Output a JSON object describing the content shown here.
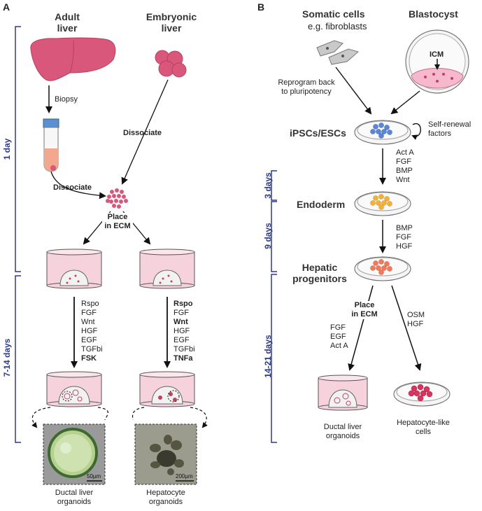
{
  "panels": {
    "a": "A",
    "b": "B"
  },
  "panel_a": {
    "col_adult": "Adult\nliver",
    "col_embryonic": "Embryonic\nliver",
    "biopsy": "Biopsy",
    "dissociate_embryo": "Dissociate",
    "dissociate_adult": "Dissociate",
    "place_ecm": "Place\nin ECM",
    "timeline": [
      "1 day",
      "7-14 days"
    ],
    "factors_left": [
      "Rspo",
      "FGF",
      "Wnt",
      "HGF",
      "EGF",
      "TGFbi",
      "FSK"
    ],
    "factors_right": [
      "Rspo",
      "FGF",
      "Wnt",
      "HGF",
      "EGF",
      "TGFbi",
      "TNFa"
    ],
    "scale_left": "50µm",
    "scale_right": "200µm",
    "out_left": "Ductal liver\norganoids",
    "out_right": "Hepatocyte\norganoids"
  },
  "panel_b": {
    "somatic_title": "Somatic cells",
    "somatic_sub": "e.g. fibroblasts",
    "blastocyst": "Blastocyst",
    "icm": "ICM",
    "reprogram": "Reprogram back\nto pluripotency",
    "ipsc": "iPSCs/ESCs",
    "self_renewal": "Self-renewal\nfactors",
    "factors_1": "Act A\nFGF\nBMP\nWnt",
    "endoderm": "Endoderm",
    "factors_2": "BMP\nFGF\nHGF",
    "hepatic": "Hepatic\nprogenitors",
    "place_ecm": "Place\nin ECM",
    "factors_left": "FGF\nEGF\nAct A",
    "factors_right": "OSM\nHGF",
    "out_left": "Ductal liver\norganoids",
    "out_right": "Hepatocyte-like\ncells",
    "timeline": [
      "3 days",
      "9 days",
      "14-21 days"
    ]
  },
  "colors": {
    "liver": "#d9577a",
    "accent": "#2b3a8c",
    "medium": "#f4c6d2",
    "cells_blue": "#5b86d6",
    "cells_yellow": "#f2b23a",
    "cells_orange": "#f07a5a"
  }
}
